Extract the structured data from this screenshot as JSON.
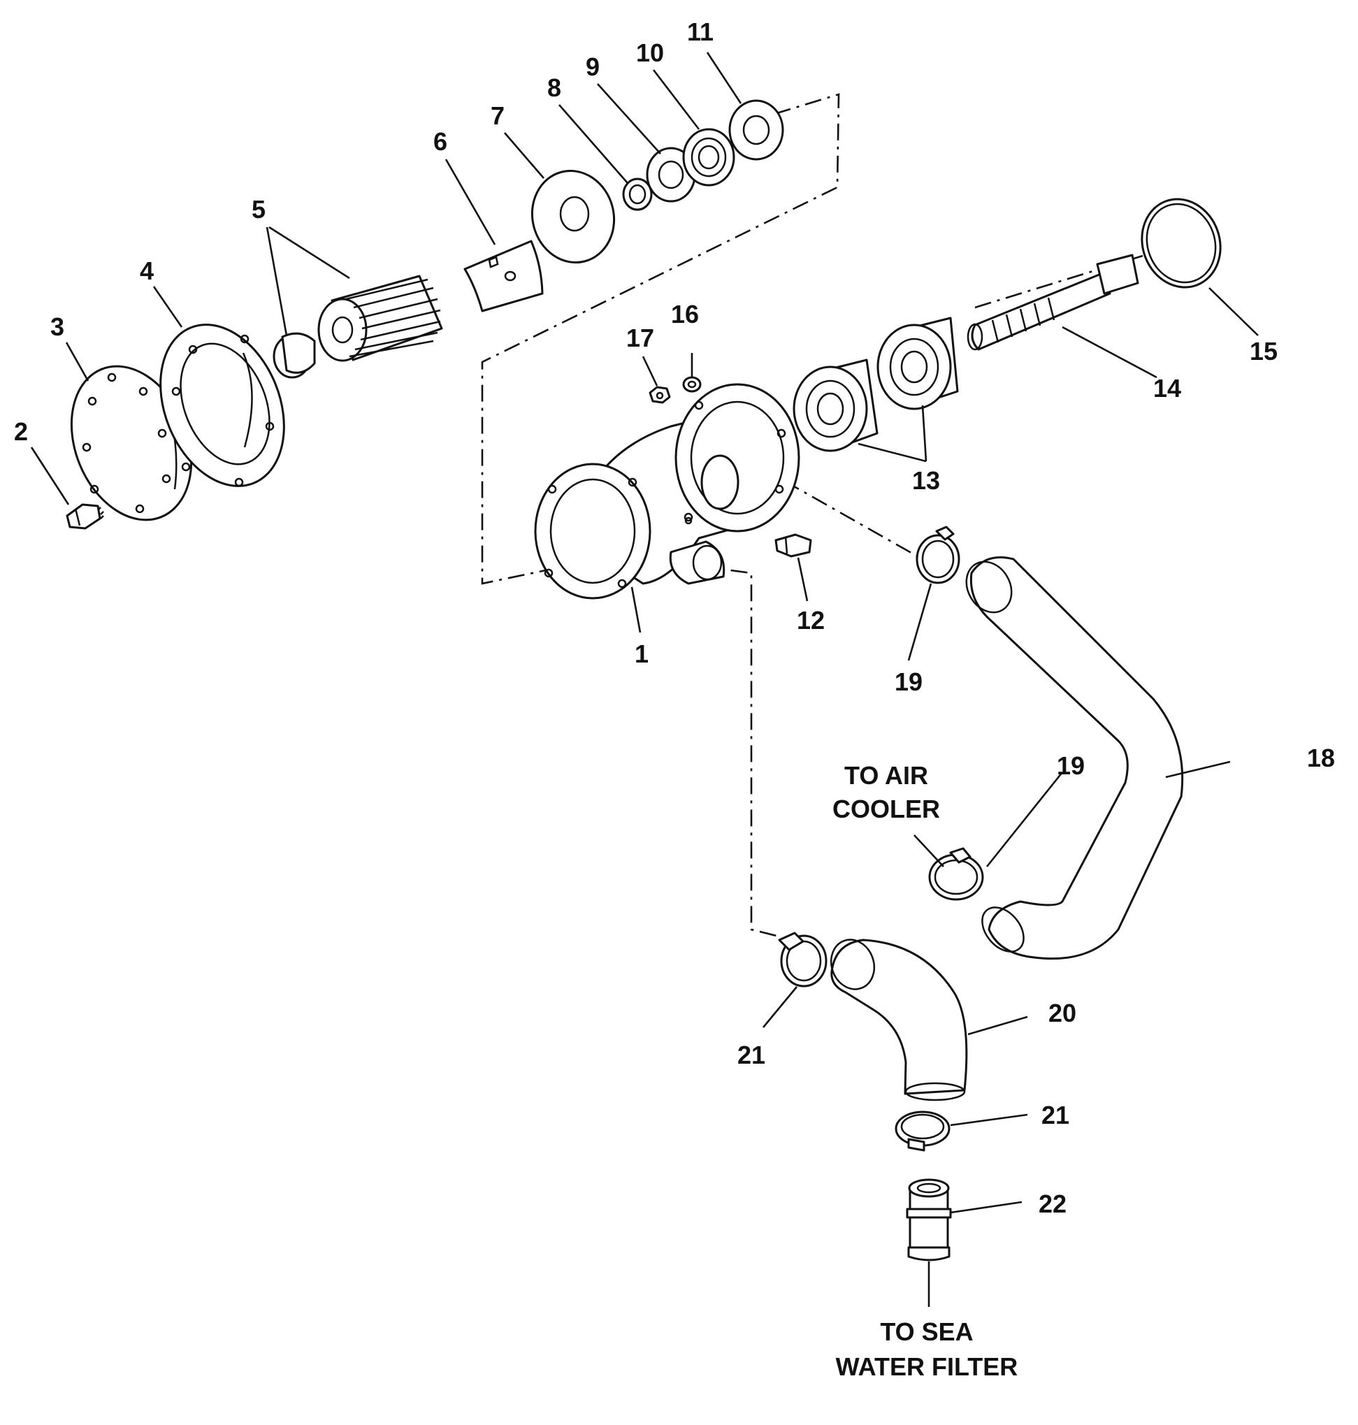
{
  "callouts": [
    "1",
    "2",
    "3",
    "4",
    "5",
    "6",
    "7",
    "8",
    "9",
    "10",
    "11",
    "12",
    "13",
    "14",
    "15",
    "16",
    "17",
    "18",
    "19",
    "19",
    "20",
    "21",
    "21",
    "22"
  ],
  "notes": {
    "air_cooler": [
      "TO AIR",
      "COOLER"
    ],
    "sea_water_filter": [
      "TO SEA",
      "WATER FILTER"
    ]
  }
}
